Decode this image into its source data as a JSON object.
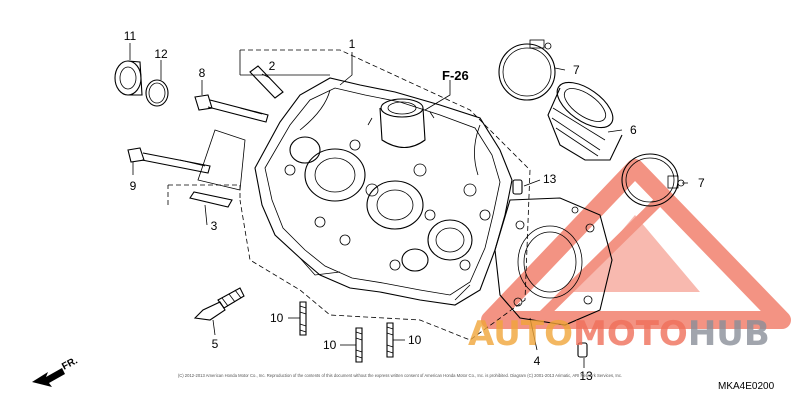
{
  "callouts": [
    "1",
    "2",
    "3",
    "4",
    "5",
    "6",
    "7",
    "7",
    "8",
    "9",
    "10",
    "10",
    "10",
    "11",
    "12",
    "13",
    "13"
  ],
  "reference": "F-26",
  "direction_label": "FR.",
  "copyright": "(C) 2012-2013 American Honda Motor Co., Inc. Reproduction of the contents of this document without the express written consent of American Honda Motor Co., Inc. is prohibited. Diagram (C) 2001-2013 Arimatic, ARI Network Services, Inc.",
  "diagram_code": "MKA4E0200",
  "watermark": {
    "word1": "AUTO",
    "word2": "MOTO",
    "word3": "HUB",
    "color_main": "#ef6f5a",
    "color_accent": "#f0a53a",
    "color_grey": "#8a8f99"
  }
}
